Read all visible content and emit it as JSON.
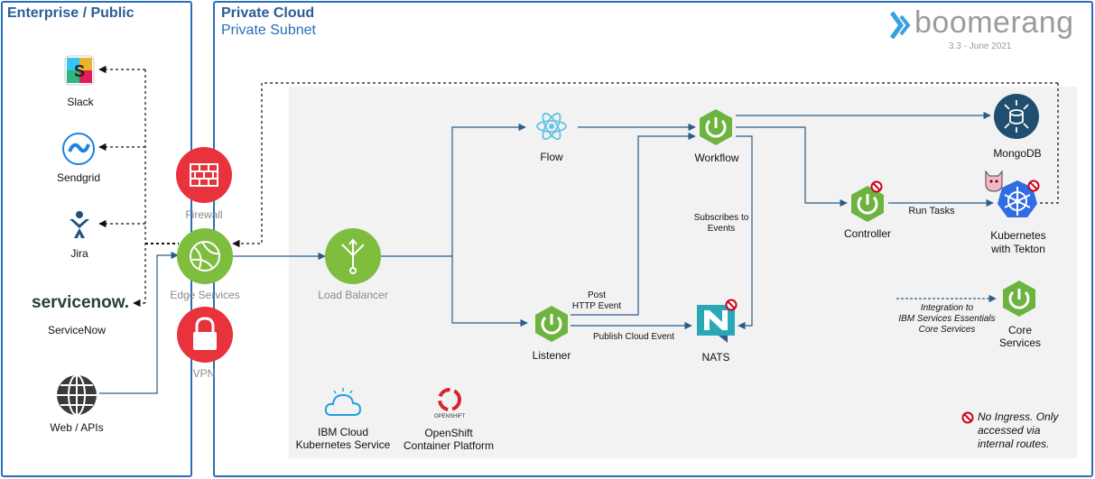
{
  "panels": {
    "enterprise_title": "Enterprise / Public",
    "private_title": "Private Cloud",
    "private_subtitle": "Private Subnet"
  },
  "brand": {
    "name": "boomerang",
    "version": "3.3 - June 2021"
  },
  "external": {
    "slack": "Slack",
    "sendgrid": "Sendgrid",
    "jira": "Jira",
    "servicenow_logo": "servicenow.",
    "servicenow": "ServiceNow",
    "web": "Web / APIs"
  },
  "edge": {
    "firewall": "Firewall",
    "edge_services": "Edge Services",
    "vpn": "VPN"
  },
  "services": {
    "load_balancer": "Load Balancer",
    "flow": "Flow",
    "workflow": "Workflow",
    "listener": "Listener",
    "nats": "NATS",
    "controller": "Controller",
    "mongodb": "MongoDB",
    "kubernetes_l1": "Kubernetes",
    "kubernetes_l2": "with Tekton",
    "core_l1": "Core",
    "core_l2": "Services"
  },
  "edge_labels": {
    "subscribes_l1": "Subscribes to",
    "subscribes_l2": "Events",
    "post_l1": "Post",
    "post_l2": "HTTP Event",
    "publish": "Publish Cloud Event",
    "run_tasks": "Run Tasks",
    "integration_l1": "Integration to",
    "integration_l2": "IBM Services Essentials",
    "integration_l3": "Core Services"
  },
  "platforms": {
    "ibm_l1": "IBM Cloud",
    "ibm_l2": "Kubernetes Service",
    "openshift_logo": "OPENSHIFT",
    "openshift_l1": "OpenShift",
    "openshift_l2": "Container Platform"
  },
  "legend": {
    "no_ingress": "No Ingress. Only accessed via internal routes."
  },
  "colors": {
    "panel_border": "#2a6ebb",
    "spring_green": "#6db33f",
    "firewall_red": "#e8323c",
    "arrow_blue": "#2a5d8a",
    "subnet_bg": "#f2f2f2"
  }
}
